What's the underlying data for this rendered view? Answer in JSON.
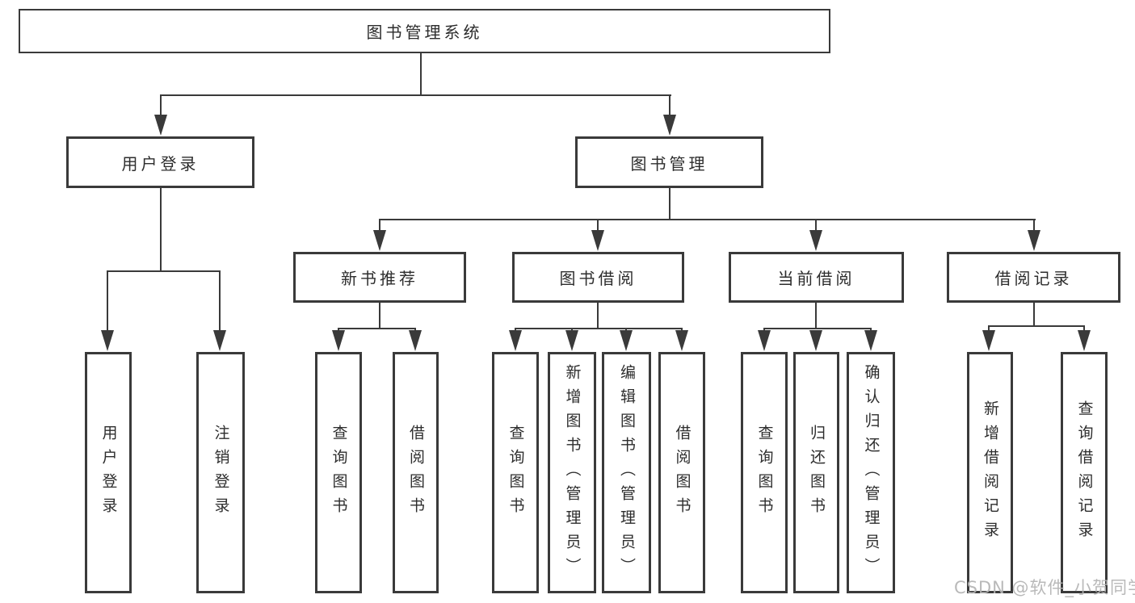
{
  "diagram": {
    "title_hint": "functional structure tree",
    "root": {
      "label": "图书管理系统"
    },
    "branches": [
      {
        "label": "用户登录",
        "children": [
          {
            "label": "用户登录"
          },
          {
            "label": "注销登录"
          }
        ]
      },
      {
        "label": "图书管理",
        "children": [
          {
            "label": "新书推荐",
            "children": [
              {
                "label": "查询图书"
              },
              {
                "label": "借阅图书"
              }
            ]
          },
          {
            "label": "图书借阅",
            "children": [
              {
                "label": "查询图书"
              },
              {
                "label": "新增图书（管理员）"
              },
              {
                "label": "编辑图书（管理员）"
              },
              {
                "label": "借阅图书"
              }
            ]
          },
          {
            "label": "当前借阅",
            "children": [
              {
                "label": "查询图书"
              },
              {
                "label": "归还图书"
              },
              {
                "label": "确认归还（管理员）"
              }
            ]
          },
          {
            "label": "借阅记录",
            "children": [
              {
                "label": "新增借阅记录"
              },
              {
                "label": "查询借阅记录"
              }
            ]
          }
        ]
      }
    ],
    "watermark": "CSDN @软件_小贺同学",
    "colors": {
      "line": "#3a3a3a",
      "text": "#2d2d2d",
      "watermark": "#b4b4b4",
      "background": "#ffffff"
    }
  }
}
